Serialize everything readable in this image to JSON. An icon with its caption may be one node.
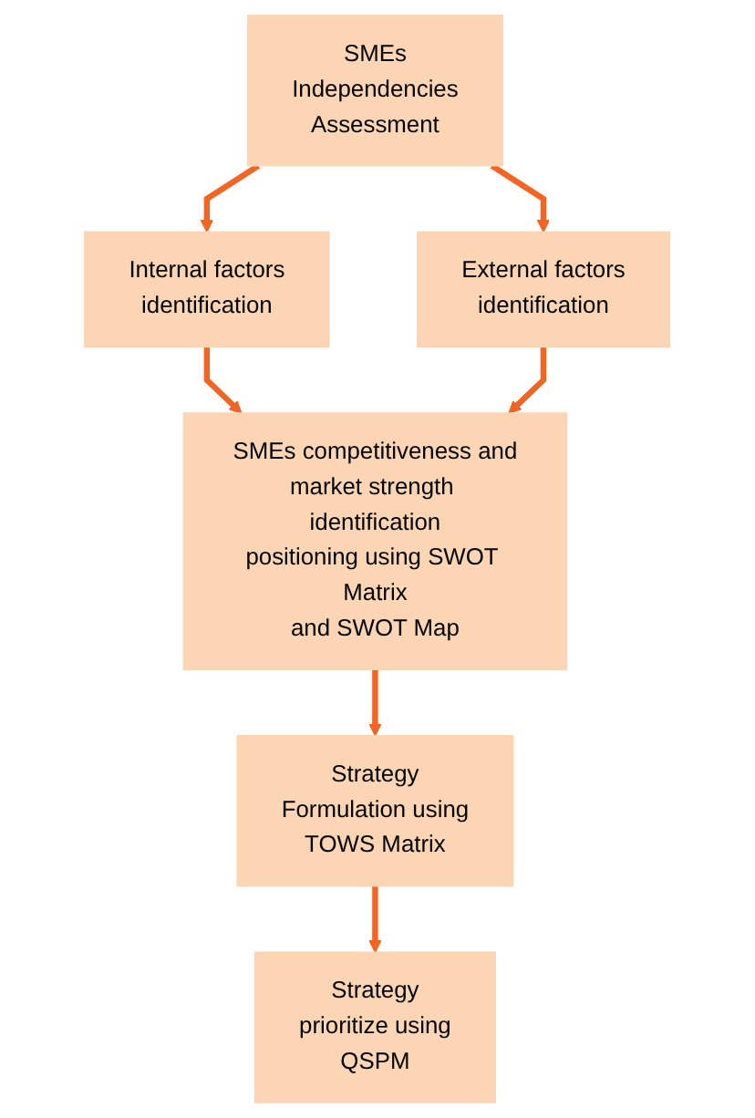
{
  "diagram": {
    "nodes": [
      {
        "text": [
          "SMEs Independencies Assessment"
        ]
      },
      {
        "text": [
          "Internal factors identification"
        ]
      },
      {
        "text": [
          "External factors identification"
        ]
      },
      {
        "text": [
          "SMEs competitiveness and market strength identification positioning using SWOT Matrix and SWOT Map"
        ]
      },
      {
        "text": [
          "Strategy Formulation using TOWS Matrix"
        ]
      },
      {
        "text": [
          "Strategy prioritize using QSPM"
        ]
      }
    ],
    "edges": [
      {
        "from": 0,
        "to": 1,
        "arrow": "to"
      },
      {
        "from": 0,
        "to": 2,
        "arrow": "to"
      },
      {
        "from": 1,
        "to": 3,
        "arrow": "to"
      },
      {
        "from": 2,
        "to": 3,
        "arrow": "to"
      },
      {
        "from": 3,
        "to": 4,
        "arrow": "to"
      },
      {
        "from": 4,
        "to": 5,
        "arrow": "to"
      }
    ]
  }
}
